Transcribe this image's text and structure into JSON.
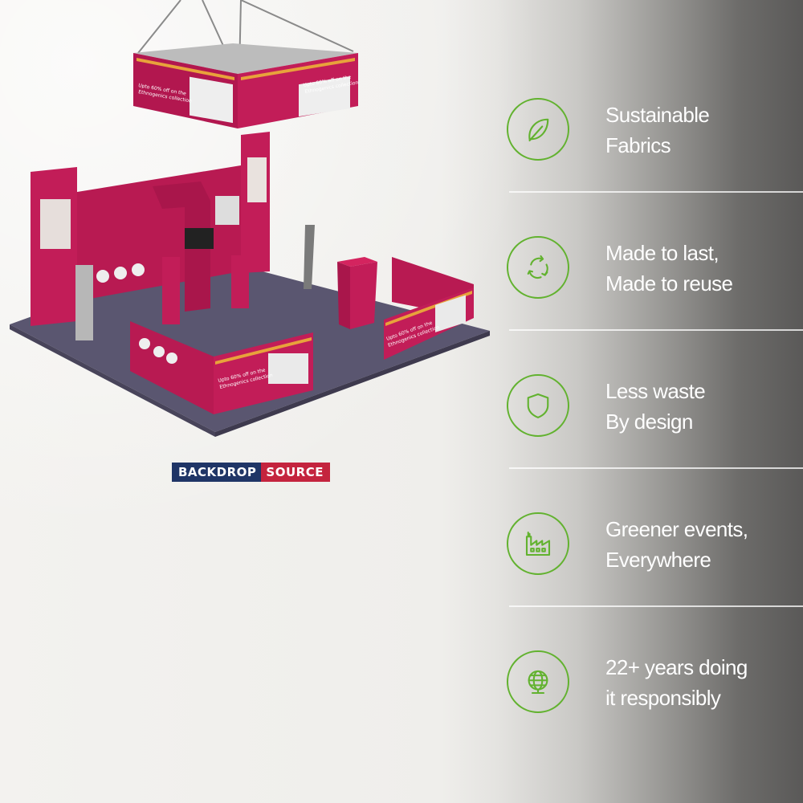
{
  "booth": {
    "promo_text_line1": "Upto 60% off on the",
    "promo_text_line2": "Ethnogenics collection"
  },
  "brand": {
    "name_left": "BACKDROP",
    "name_right": "SOURCE",
    "color_left": "#1f3566",
    "color_right": "#c4243e"
  },
  "accent_color": "#62b22f",
  "features": [
    {
      "icon": "leaf-icon",
      "line1": "Sustainable",
      "line2": "Fabrics"
    },
    {
      "icon": "recycle-icon",
      "line1": "Made to last,",
      "line2": "Made to reuse"
    },
    {
      "icon": "shield-icon",
      "line1": "Less waste",
      "line2": "By design"
    },
    {
      "icon": "factory-icon",
      "line1": "Greener events,",
      "line2": "Everywhere"
    },
    {
      "icon": "globe-icon",
      "line1": "22+ years doing",
      "line2": "it responsibly"
    }
  ]
}
